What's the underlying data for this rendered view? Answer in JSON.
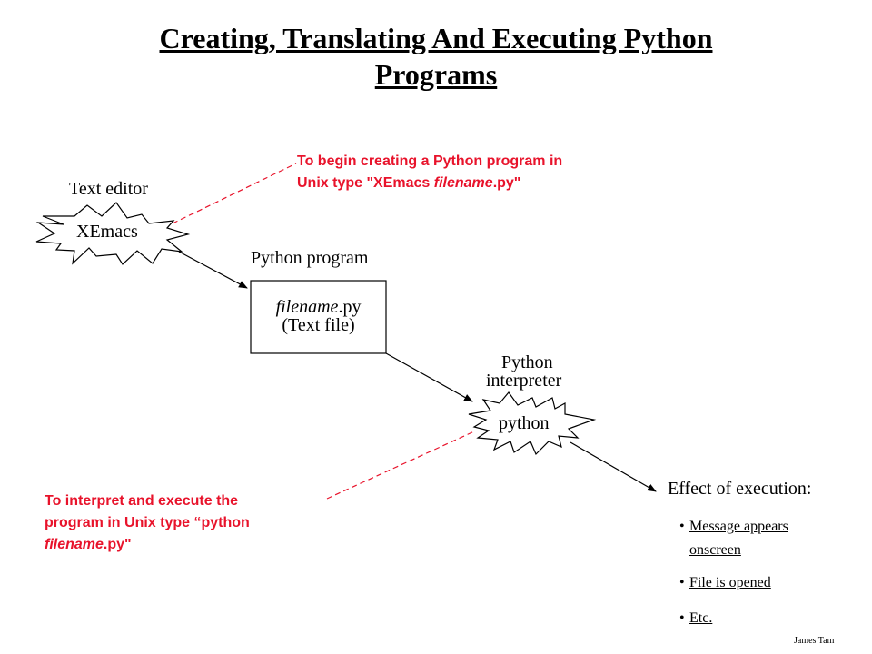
{
  "title": {
    "line1": "Creating, Translating And Executing Python",
    "line2": "Programs"
  },
  "editor": {
    "caption": "Text editor",
    "burst_label": "XEmacs"
  },
  "program": {
    "caption": "Python program",
    "file_name": "filename",
    "file_ext": ".py",
    "file_type": "(Text file)"
  },
  "interpreter": {
    "caption_line1": "Python",
    "caption_line2": "interpreter",
    "burst_label": "python"
  },
  "effect": {
    "heading": "Effect of execution:",
    "bullet_glyph": "•",
    "items": [
      "Message appears",
      "onscreen",
      "File is opened",
      "Etc."
    ]
  },
  "notes": {
    "create": {
      "line1": "To begin creating a Python program in",
      "line2_prefix": "Unix type \"XEmacs ",
      "line2_italic": "filename",
      "line2_suffix": ".py\""
    },
    "interpret": {
      "line1": "To interpret and execute the",
      "line2": "program in Unix type “python",
      "line3_italic": "filename",
      "line3_suffix": ".py\""
    }
  },
  "author": "James Tam",
  "colors": {
    "note_red": "#e8132b",
    "line_red": "#e8132b"
  }
}
